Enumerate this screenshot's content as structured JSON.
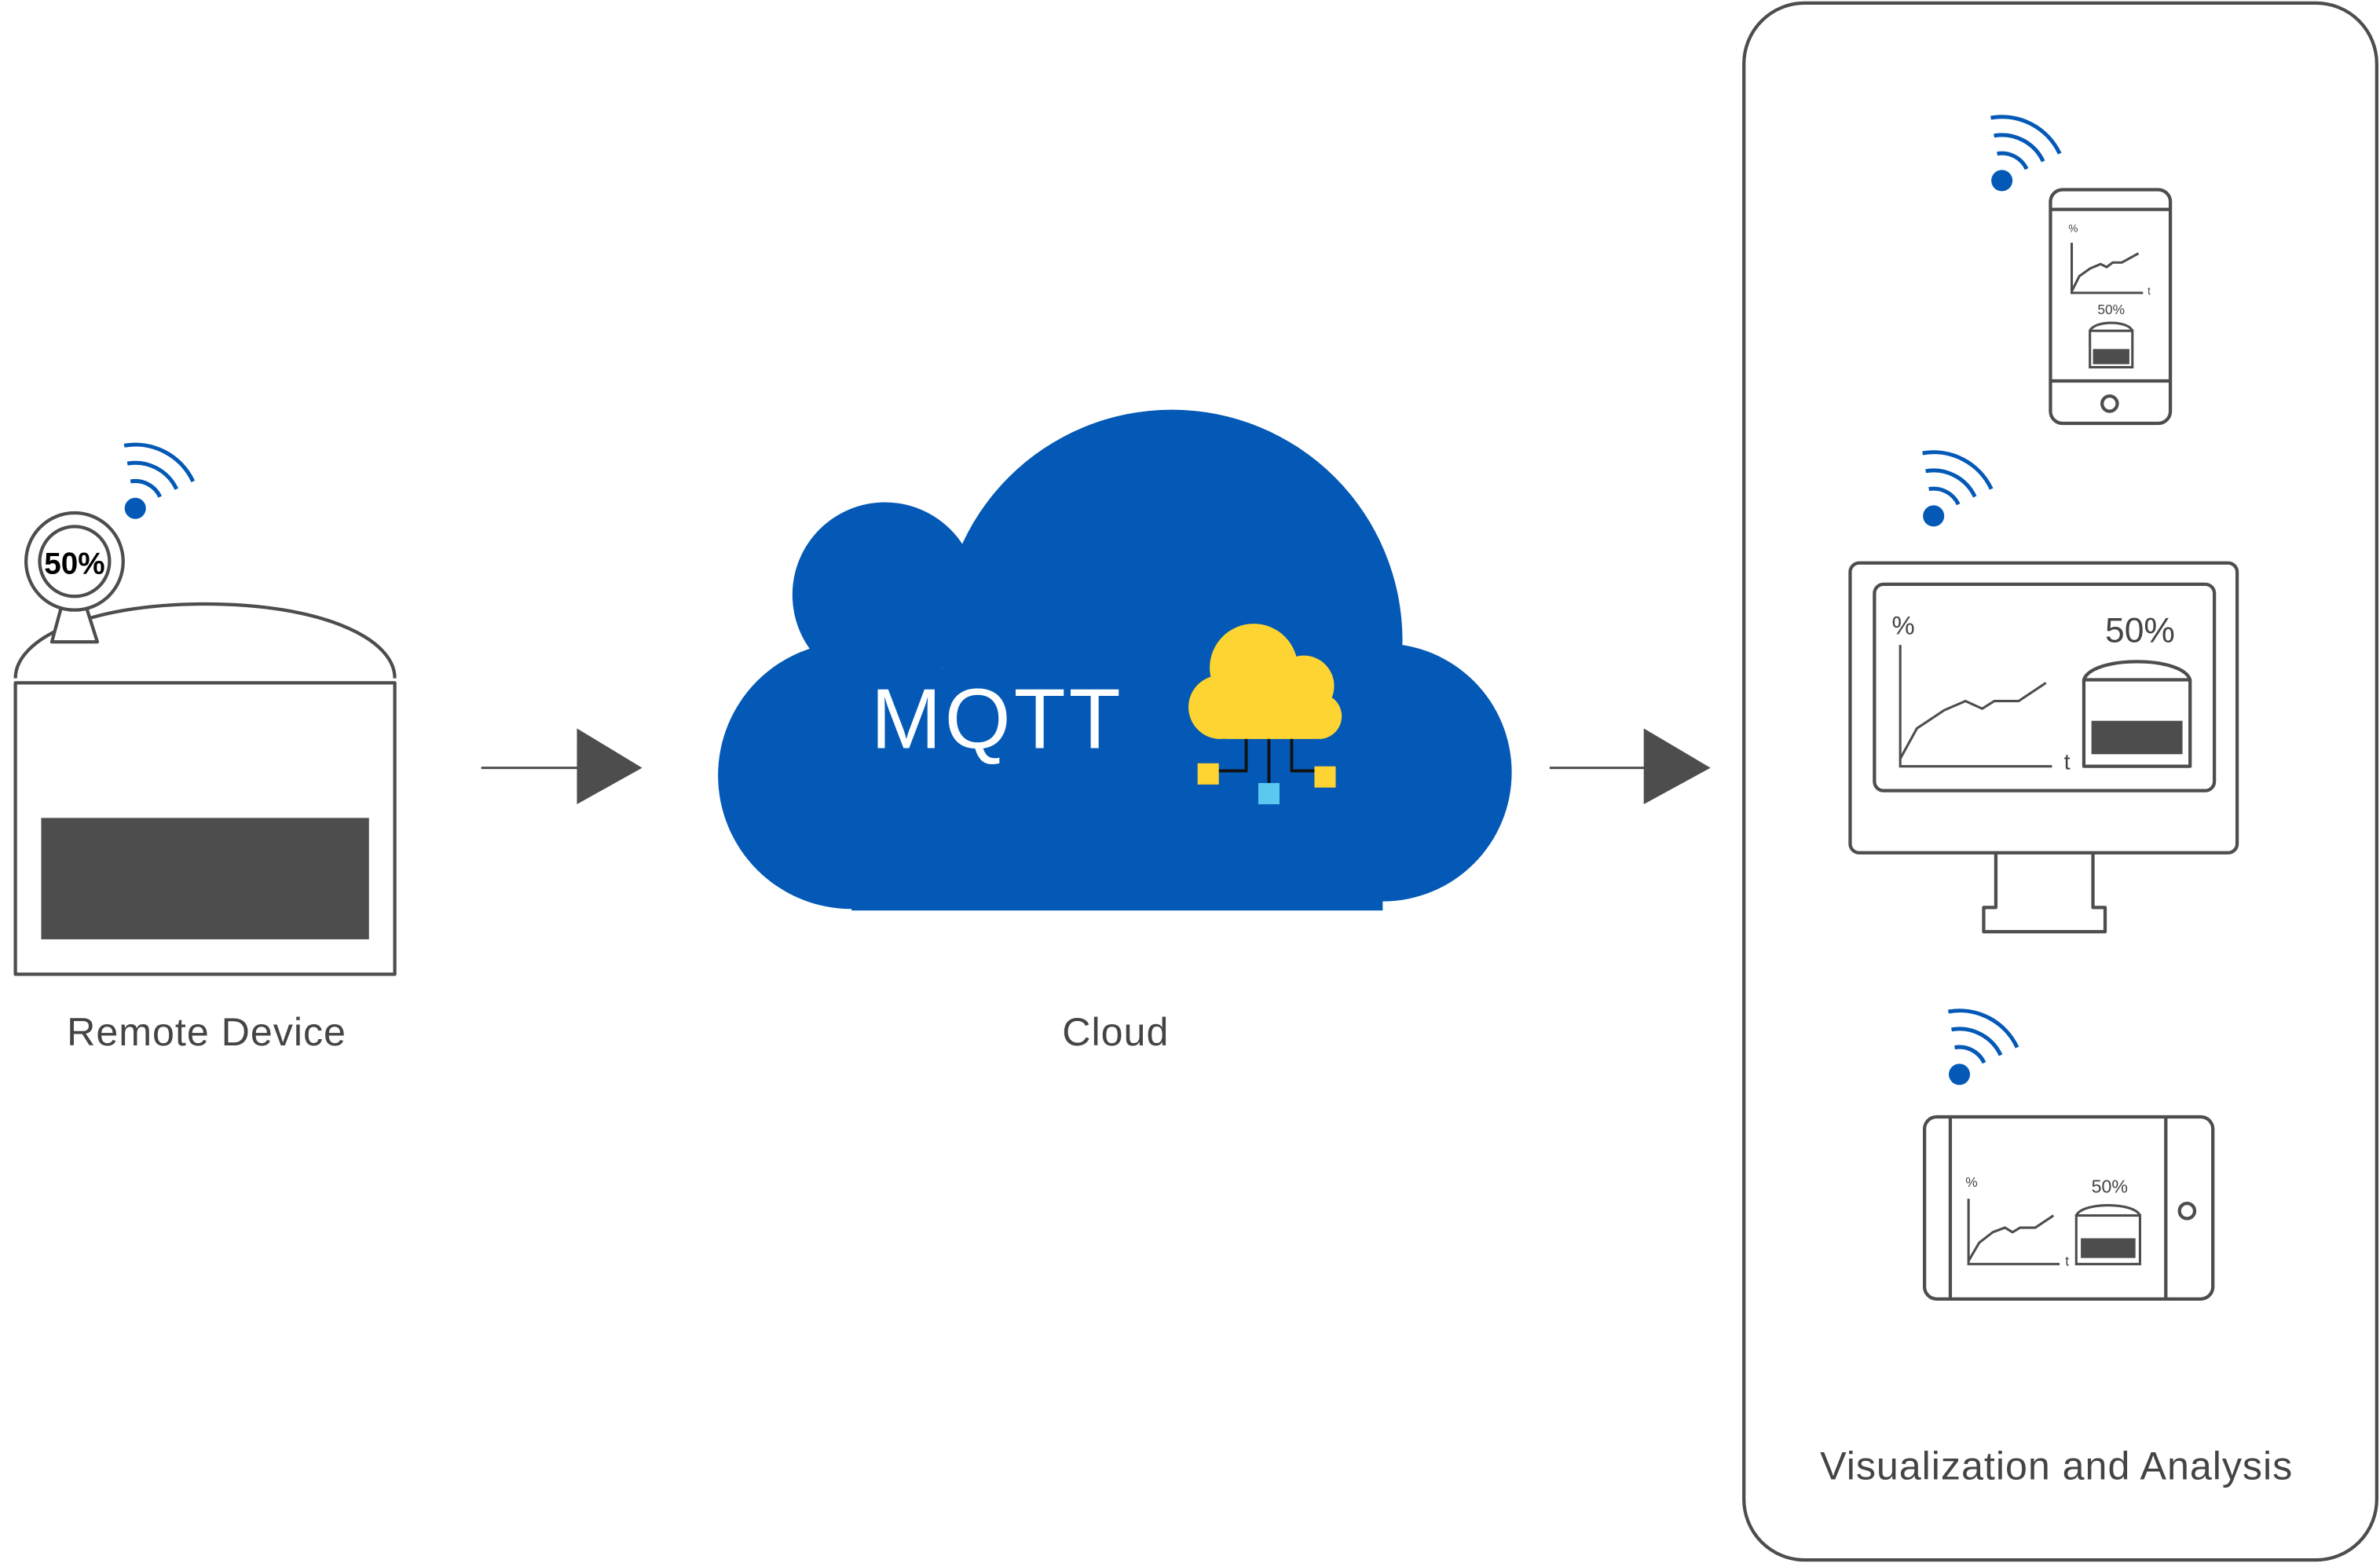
{
  "colors": {
    "cloud_blue": "#0359b5",
    "wifi_blue": "#0359b5",
    "icon_yellow": "#fdd431",
    "icon_light_blue": "#5bc8f0",
    "line_gray": "#4d4d4d"
  },
  "remote_device": {
    "label": "Remote Device",
    "gauge_value": "50%"
  },
  "cloud": {
    "label": "Cloud",
    "protocol": "MQTT"
  },
  "visualization": {
    "label": "Visualization and Analysis",
    "phone": {
      "axis_y": "%",
      "axis_x": "t",
      "level": "50%"
    },
    "monitor": {
      "axis_y": "%",
      "axis_x": "t",
      "level": "50%"
    },
    "tablet": {
      "axis_y": "%",
      "axis_x": "t",
      "level": "50%"
    }
  }
}
